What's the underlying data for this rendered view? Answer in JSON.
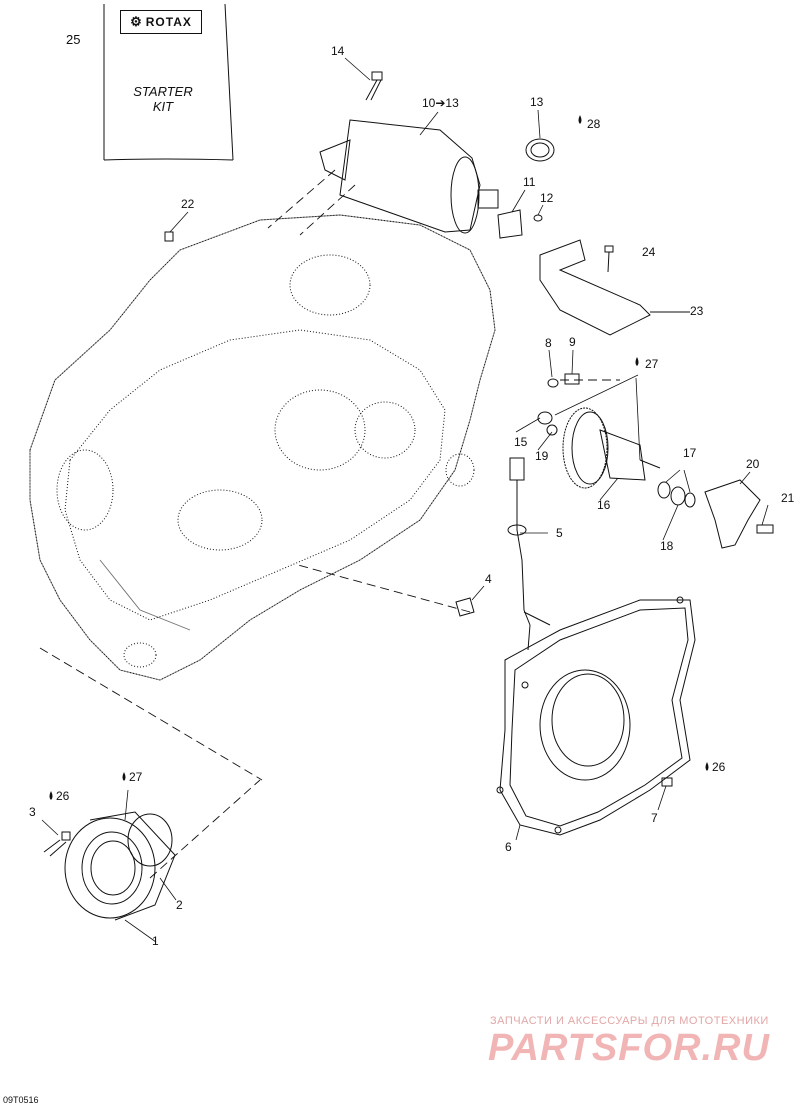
{
  "header": {
    "kit_number": "25",
    "kit_logo": "ROTAX",
    "kit_title": "STARTER KIT"
  },
  "callouts": [
    {
      "id": "c14",
      "text": "14"
    },
    {
      "id": "c10",
      "text": "10➔13"
    },
    {
      "id": "c13",
      "text": "13"
    },
    {
      "id": "c28",
      "text": "28"
    },
    {
      "id": "c11",
      "text": "11"
    },
    {
      "id": "c12",
      "text": "12"
    },
    {
      "id": "c22",
      "text": "22"
    },
    {
      "id": "c24",
      "text": "24"
    },
    {
      "id": "c23",
      "text": "23"
    },
    {
      "id": "c8",
      "text": "8"
    },
    {
      "id": "c9",
      "text": "9"
    },
    {
      "id": "c27a",
      "text": "27"
    },
    {
      "id": "c15",
      "text": "15"
    },
    {
      "id": "c19",
      "text": "19"
    },
    {
      "id": "c17",
      "text": "17"
    },
    {
      "id": "c20",
      "text": "20"
    },
    {
      "id": "c16",
      "text": "16"
    },
    {
      "id": "c21",
      "text": "21"
    },
    {
      "id": "c18",
      "text": "18"
    },
    {
      "id": "c5",
      "text": "5"
    },
    {
      "id": "c4",
      "text": "4"
    },
    {
      "id": "c26a",
      "text": "26"
    },
    {
      "id": "c27b",
      "text": "27"
    },
    {
      "id": "c3",
      "text": "3"
    },
    {
      "id": "c26b",
      "text": "26"
    },
    {
      "id": "c7",
      "text": "7"
    },
    {
      "id": "c6",
      "text": "6"
    },
    {
      "id": "c2",
      "text": "2"
    },
    {
      "id": "c1",
      "text": "1"
    }
  ],
  "footer": {
    "drawing_code": "09T0516",
    "watermark_caption": "ЗАПЧАСТИ И АКСЕССУАРЫ ДЛЯ МОТОТЕХНИКИ",
    "watermark_brand": "PARTSFOR.RU"
  },
  "colors": {
    "line": "#111111",
    "watermark": "#f1b5b5"
  }
}
